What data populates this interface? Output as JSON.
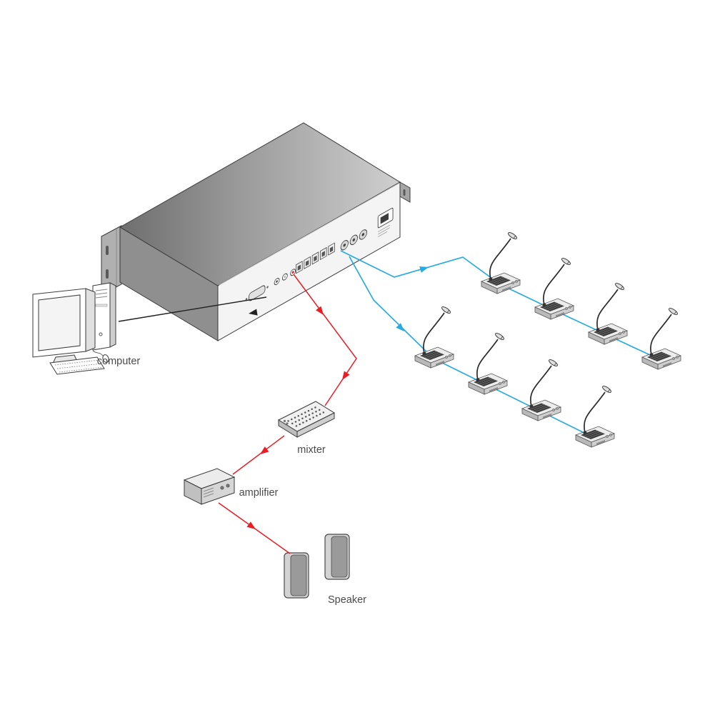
{
  "diagram": {
    "labels": {
      "computer": "computer",
      "mixer": "mixter",
      "amplifier": "amplifier",
      "speaker": "Speaker"
    },
    "colors": {
      "signal_red": "#ed1c24",
      "signal_blue": "#29abe2",
      "outline": "#3a3a3a",
      "label": "#4a4a4a"
    },
    "mic_units": {
      "top_row": 4,
      "bottom_row": 4
    }
  }
}
